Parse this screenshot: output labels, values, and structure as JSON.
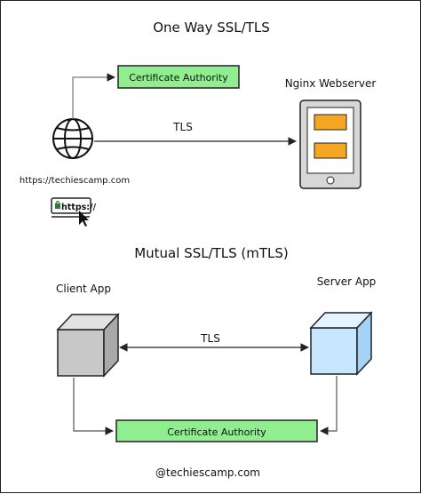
{
  "section_one": {
    "title": "One Way SSL/TLS",
    "certificate_authority": "Certificate Authority",
    "tls_label": "TLS",
    "server_label": "Nginx Webserver",
    "client_url": "https://techiescamp.com",
    "https_badge": "https://"
  },
  "section_two": {
    "title": "Mutual SSL/TLS (mTLS)",
    "client_label": "Client App",
    "server_label": "Server App",
    "tls_label": "TLS",
    "certificate_authority": "Certificate Authority"
  },
  "footer": {
    "handle": "@techiescamp.com"
  },
  "colors": {
    "ca_fill": "#90ee90",
    "phone_box": "#f5a623",
    "phone_body": "#d7d7d7",
    "client_cube": "#c8c8c8",
    "server_cube": "#c7e6ff",
    "https_green": "#2e7d32"
  },
  "icons": [
    "globe-icon",
    "https-badge-icon",
    "cursor-icon",
    "phone-icon",
    "cube-icon"
  ]
}
